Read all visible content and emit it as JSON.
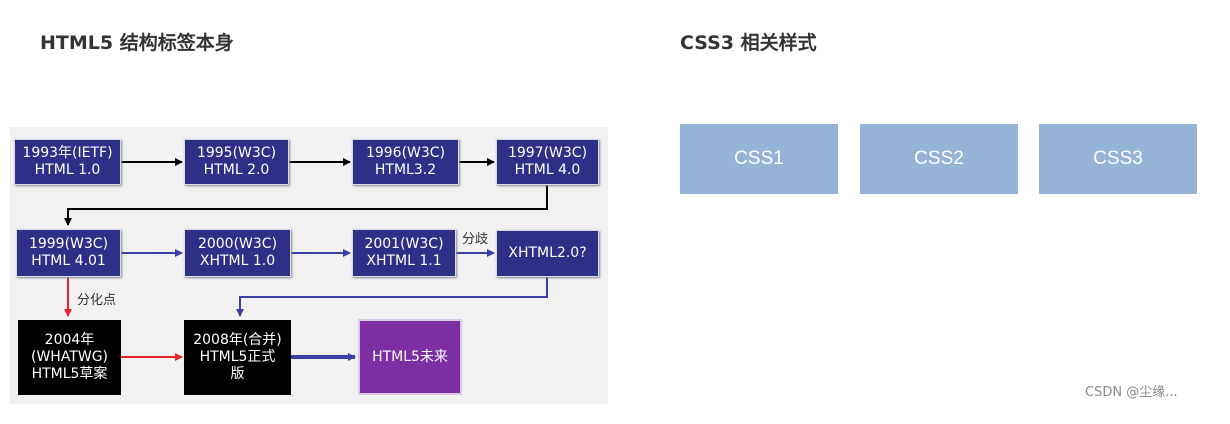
{
  "headings": {
    "left": "HTML5 结构标签本身",
    "right": "CSS3 相关样式"
  },
  "diagram": {
    "nodes": {
      "n1993": [
        "1993年(IETF)",
        "HTML 1.0"
      ],
      "n1995": [
        "1995(W3C)",
        "HTML 2.0"
      ],
      "n1996": [
        "1996(W3C)",
        "HTML3.2"
      ],
      "n1997": [
        "1997(W3C)",
        "HTML 4.0"
      ],
      "n1999": [
        "1999(W3C)",
        "HTML 4.01"
      ],
      "n2000": [
        "2000(W3C)",
        "XHTML 1.0"
      ],
      "n2001": [
        "2001(W3C)",
        "XHTML 1.1"
      ],
      "nxhtml2": [
        "XHTML2.0?"
      ],
      "n2004": [
        "2004年",
        "(WHATWG)",
        "HTML5草案"
      ],
      "n2008": [
        "2008年(合并)",
        "HTML5正式",
        "版"
      ],
      "nfuture": [
        "HTML5未来"
      ]
    },
    "notes": {
      "fork": "分歧",
      "split_point": "分化点"
    },
    "colors": {
      "blue_node": "#2e2f86",
      "black_node": "#000000",
      "purple_node": "#7d2ea3",
      "blue_arrow": "#3b3fa6",
      "red_arrow": "#e0262a",
      "black_arrow": "#000000"
    }
  },
  "css_boxes": [
    "CSS1",
    "CSS2",
    "CSS3"
  ],
  "watermark": "CSDN @尘缘..."
}
